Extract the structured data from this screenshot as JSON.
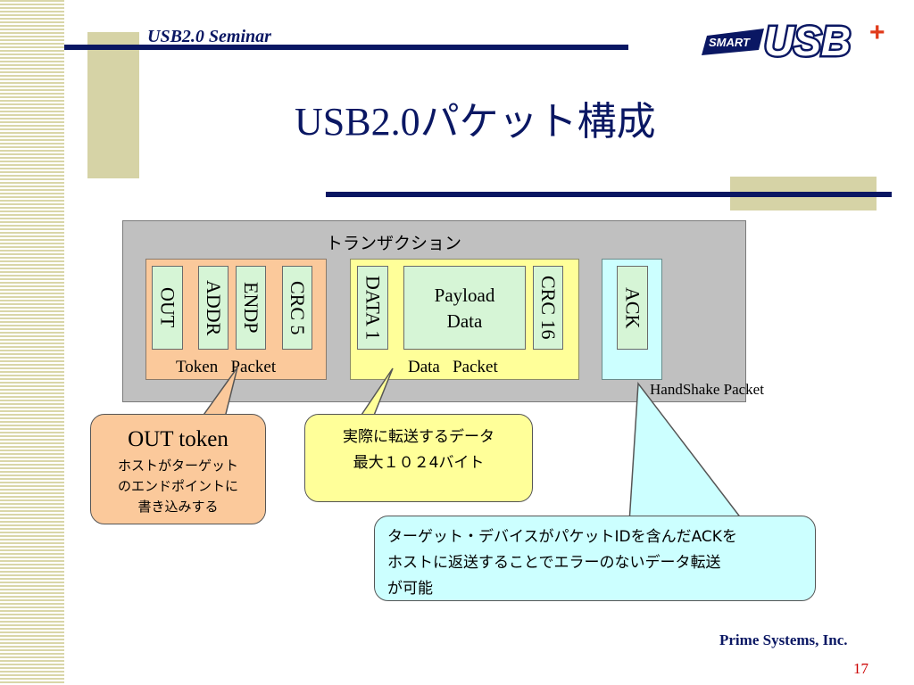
{
  "header": {
    "seminar": "USB2.0 Seminar",
    "logo_small": "SMART",
    "logo_big": "USB",
    "logo_plus": "+"
  },
  "title": "USB2.0パケット構成",
  "diagram": {
    "transaction_label": "トランザクション",
    "token_packet": {
      "label": "Token   Packet",
      "fields": [
        "OUT",
        "ADDR",
        "ENDP",
        "CRC 5"
      ]
    },
    "data_packet": {
      "label": "Data   Packet",
      "field_data": "DATA 1",
      "field_payload_line1": "Payload",
      "field_payload_line2": "Data",
      "field_crc": "CRC 16"
    },
    "handshake_packet": {
      "label": "HandShake Packet",
      "field": "ACK"
    }
  },
  "callouts": {
    "out_token": {
      "title": "OUT token",
      "line1": "ホストがターゲット",
      "line2": "のエンドポイントに",
      "line3": "書き込みする"
    },
    "data": {
      "line1": "実際に転送するデータ",
      "line2": "最大１０２4バイト"
    },
    "ack": {
      "line1": "ターゲット・デバイスがパケットIDを含んだACKを",
      "line2": "ホストに返送することでエラーのないデータ転送",
      "line3": "が可能"
    }
  },
  "footer": {
    "company": "Prime Systems, Inc.",
    "page": "17"
  },
  "colors": {
    "navy": "#0a1763",
    "beige": "#d6d3a6",
    "token_bg": "#fbc99b",
    "data_bg": "#ffff99",
    "ack_bg": "#ccffff",
    "field_bg": "#d6f5d6",
    "gray_bg": "#c0c0c0",
    "page_number": "#cc0000"
  }
}
